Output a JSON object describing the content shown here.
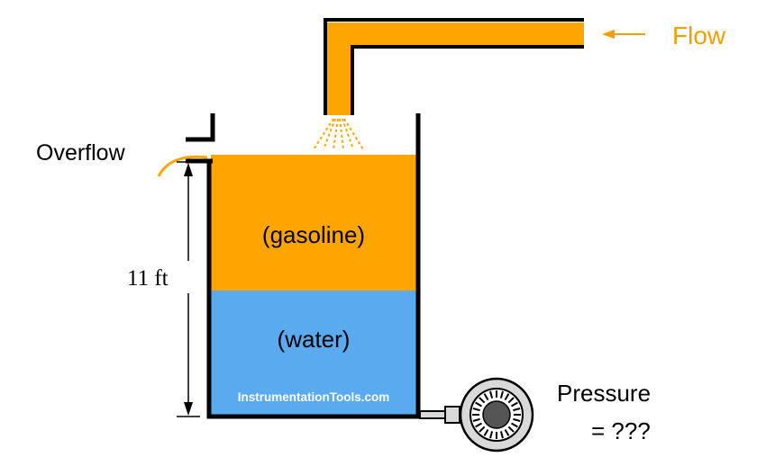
{
  "labels": {
    "flow": "Flow",
    "overflow": "Overflow",
    "height": "11 ft",
    "gasoline": "(gasoline)",
    "water": "(water)",
    "watermark": "InstrumentationTools.com",
    "pressure_line1": "Pressure",
    "pressure_line2": "= ???"
  },
  "colors": {
    "gasoline": "#ffa500",
    "water": "#5aaaf0",
    "flow_label": "#f0a000",
    "outline": "#000000",
    "gauge_face": "#d9d9d9"
  }
}
